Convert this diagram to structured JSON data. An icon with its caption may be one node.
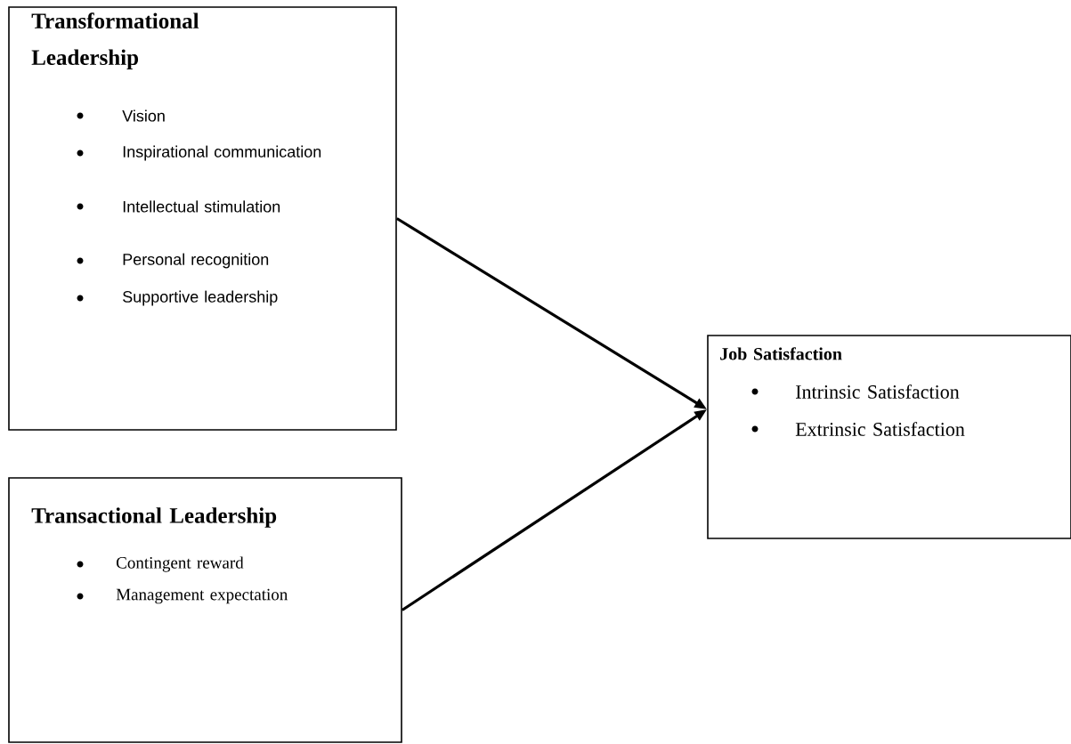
{
  "diagram": {
    "nodes": [
      {
        "text": [
          "Transformational Leadership",
          "Vision",
          "Inspirational communication",
          "Intellectual stimulation",
          "Personal recognition",
          "Supportive leadership"
        ]
      },
      {
        "text": [
          "Transactional Leadership",
          "Contingent reward",
          "Management expectation"
        ]
      },
      {
        "text": [
          "Job Satisfaction",
          "Intrinsic Satisfaction",
          "Extrinsic Satisfaction"
        ]
      }
    ],
    "edges": [
      {
        "from": 0,
        "to": 2,
        "arrow": "to"
      },
      {
        "from": 1,
        "to": 2,
        "arrow": "to"
      }
    ]
  }
}
